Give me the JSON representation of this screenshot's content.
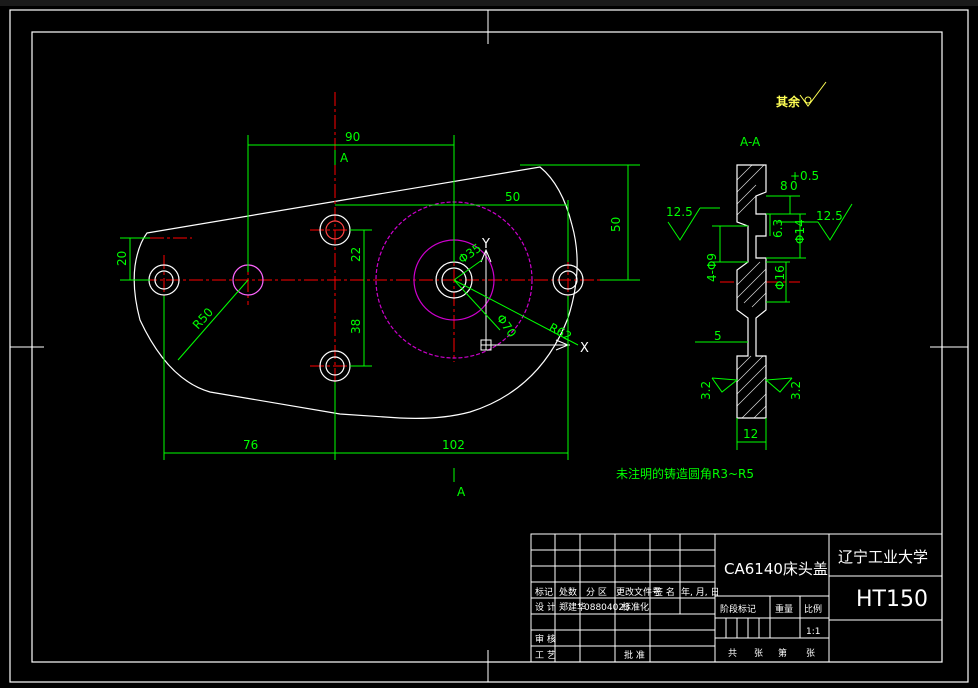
{
  "drawing": {
    "section_label": "A-A",
    "section_mark_top": "A",
    "section_mark_bottom": "A",
    "roughness_rest": "其余",
    "note": "未注明的铸造圆角R3~R5",
    "dims_plan": {
      "d90": "90",
      "d50h": "50",
      "d50v": "50",
      "d20": "20",
      "d22": "22",
      "d38": "38",
      "d76": "76",
      "d102": "102",
      "r50": "R50",
      "r62": "R62",
      "phi35": "Φ35",
      "phi70": "Φ70"
    },
    "dims_section": {
      "tol": "8",
      "tol_sup": "+0.5",
      "tol_sub": "0",
      "r125_left": "12.5",
      "r125_right": "12.5",
      "d63": "6.3",
      "phi14": "Φ14",
      "four_phi9": "4-Φ9",
      "phi16": "Φ16",
      "d5": "5",
      "r32_left": "3.2",
      "r32_right": "3.2",
      "d12": "12"
    },
    "axis": {
      "x": "X",
      "y": "Y"
    }
  },
  "title_block": {
    "part_name": "CA6140床头盖",
    "school": "辽宁工业大学",
    "material": "HT150",
    "scale": "1:1",
    "row_headers": [
      "标记",
      "处数",
      "分 区",
      "更改文件号",
      "签 名",
      "年, 月, 日"
    ],
    "design_label": "设 计",
    "designer": "郑建华",
    "design_date": "08804023",
    "standardize": "标准化",
    "stage_label": "阶段标记",
    "weight_label": "重量",
    "scale_label": "比例",
    "review_label": "审 核",
    "process_label": "工 艺",
    "approve_label": "批 准",
    "sheet_total": "共",
    "sheet_zhang1": "张",
    "sheet_no": "第",
    "sheet_zhang2": "张"
  },
  "colors": {
    "background": "#000000",
    "outline": "#ffffff",
    "dimension": "#00ff00",
    "centerline": "#ff0000",
    "circle": "#ff00ff"
  }
}
